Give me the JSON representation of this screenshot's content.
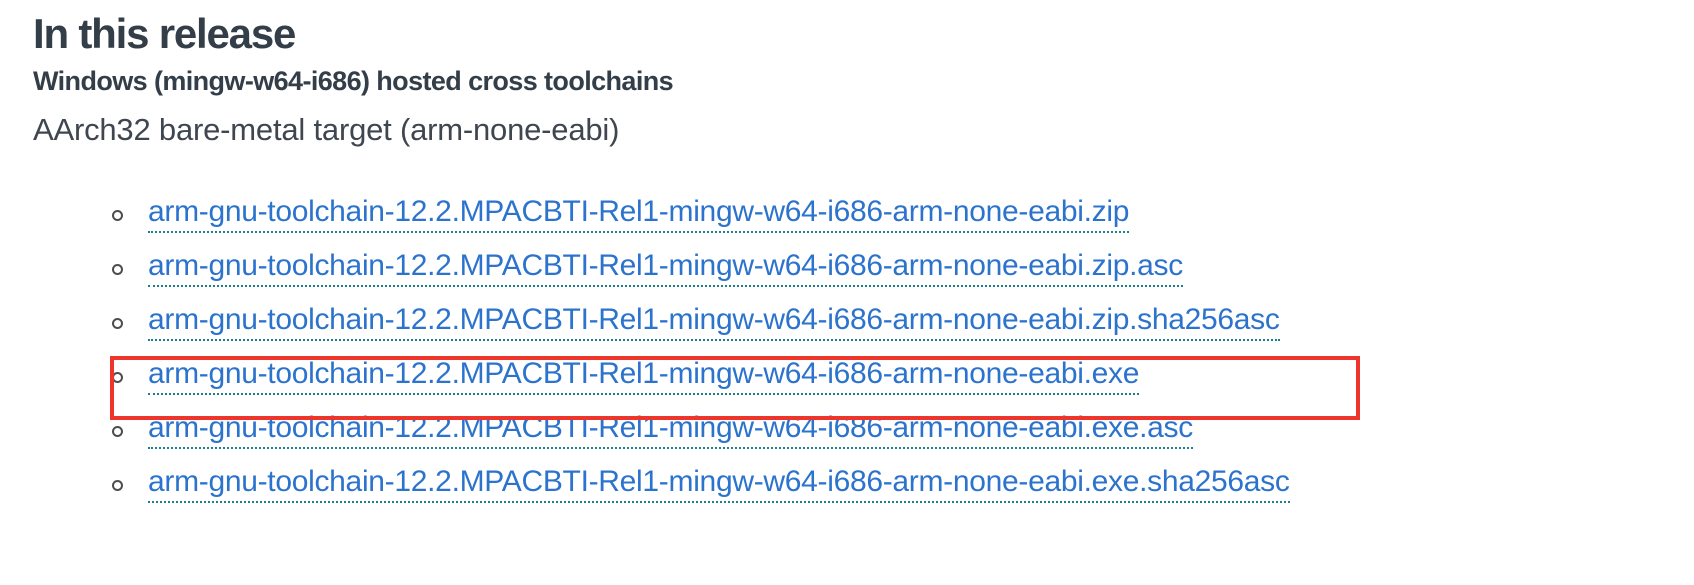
{
  "page": {
    "title": "In this release",
    "subtitle": "Windows (mingw-w64-i686) hosted cross toolchains",
    "section_heading": "AArch32 bare-metal target (arm-none-eabi)"
  },
  "colors": {
    "heading_text": "#333e48",
    "link_blue": "#2b73cd",
    "underline_teal": "#1b7f8e",
    "bullet_gray": "#4d4d4d",
    "annotation_red": "#ee352c"
  },
  "downloads": {
    "items": [
      {
        "label": "arm-gnu-toolchain-12.2.MPACBTI-Rel1-mingw-w64-i686-arm-none-eabi.zip",
        "highlighted": false
      },
      {
        "label": "arm-gnu-toolchain-12.2.MPACBTI-Rel1-mingw-w64-i686-arm-none-eabi.zip.asc",
        "highlighted": false
      },
      {
        "label": "arm-gnu-toolchain-12.2.MPACBTI-Rel1-mingw-w64-i686-arm-none-eabi.zip.sha256asc",
        "highlighted": false
      },
      {
        "label": "arm-gnu-toolchain-12.2.MPACBTI-Rel1-mingw-w64-i686-arm-none-eabi.exe",
        "highlighted": true
      },
      {
        "label": "arm-gnu-toolchain-12.2.MPACBTI-Rel1-mingw-w64-i686-arm-none-eabi.exe.asc",
        "highlighted": false
      },
      {
        "label": "arm-gnu-toolchain-12.2.MPACBTI-Rel1-mingw-w64-i686-arm-none-eabi.exe.sha256asc",
        "highlighted": false
      }
    ]
  },
  "annotation": {
    "type": "red-rectangle",
    "target_item_index": 3
  }
}
